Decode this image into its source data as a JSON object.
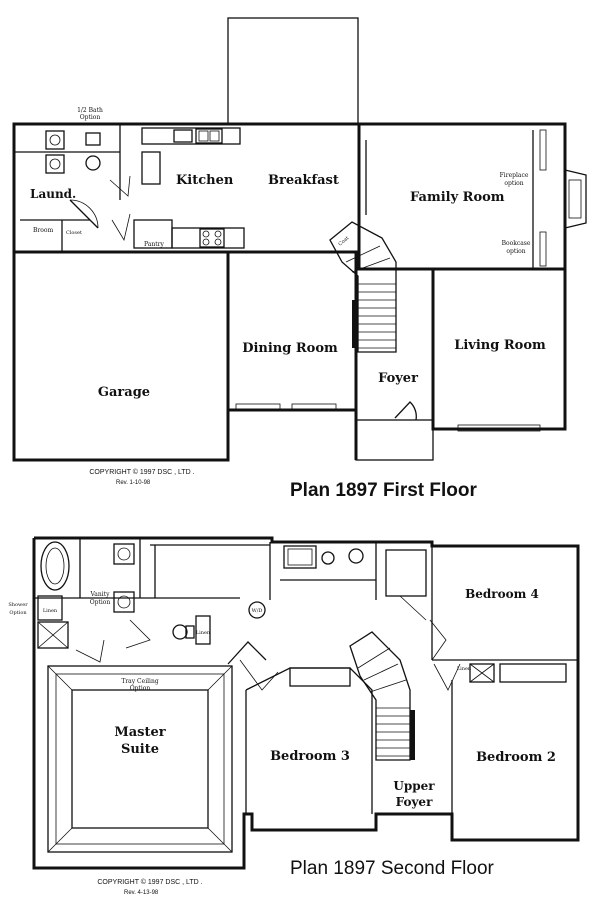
{
  "first_floor": {
    "caption": "Plan 1897 First Floor",
    "copyright": "COPYRIGHT © 1997 DSC , LTD .",
    "revision": "Rev. 1-10-98",
    "rooms": {
      "half_bath": "1/2 Bath",
      "half_bath_option": "Option",
      "laundry": "Laund.",
      "broom": "Broom",
      "closet": "Closet",
      "pantry": "Pantry",
      "kitchen": "Kitchen",
      "breakfast": "Breakfast",
      "family_room": "Family Room",
      "fireplace": "Fireplace",
      "fireplace_option": "option",
      "bookcase": "Bookcase",
      "bookcase_option": "option",
      "garage": "Garage",
      "dining_room": "Dining Room",
      "foyer": "Foyer",
      "living_room": "Living Room",
      "coat": "Coat"
    }
  },
  "second_floor": {
    "caption": "Plan 1897 Second Floor",
    "copyright": "COPYRIGHT © 1997 DSC , LTD .",
    "revision": "Rev. 4-13-98",
    "rooms": {
      "shower": "Shower",
      "shower_option": "Option",
      "vanity": "Vanity",
      "vanity_option": "Option",
      "tray_ceiling": "Tray Ceiling",
      "tray_option": "Option",
      "master_line1": "Master",
      "master_line2": "Suite",
      "linen": "Linen",
      "wd": "W/D",
      "bedroom3": "Bedroom 3",
      "bedroom4": "Bedroom 4",
      "bedroom2": "Bedroom 2",
      "upper_foyer_line1": "Upper",
      "upper_foyer_line2": "Foyer"
    }
  }
}
